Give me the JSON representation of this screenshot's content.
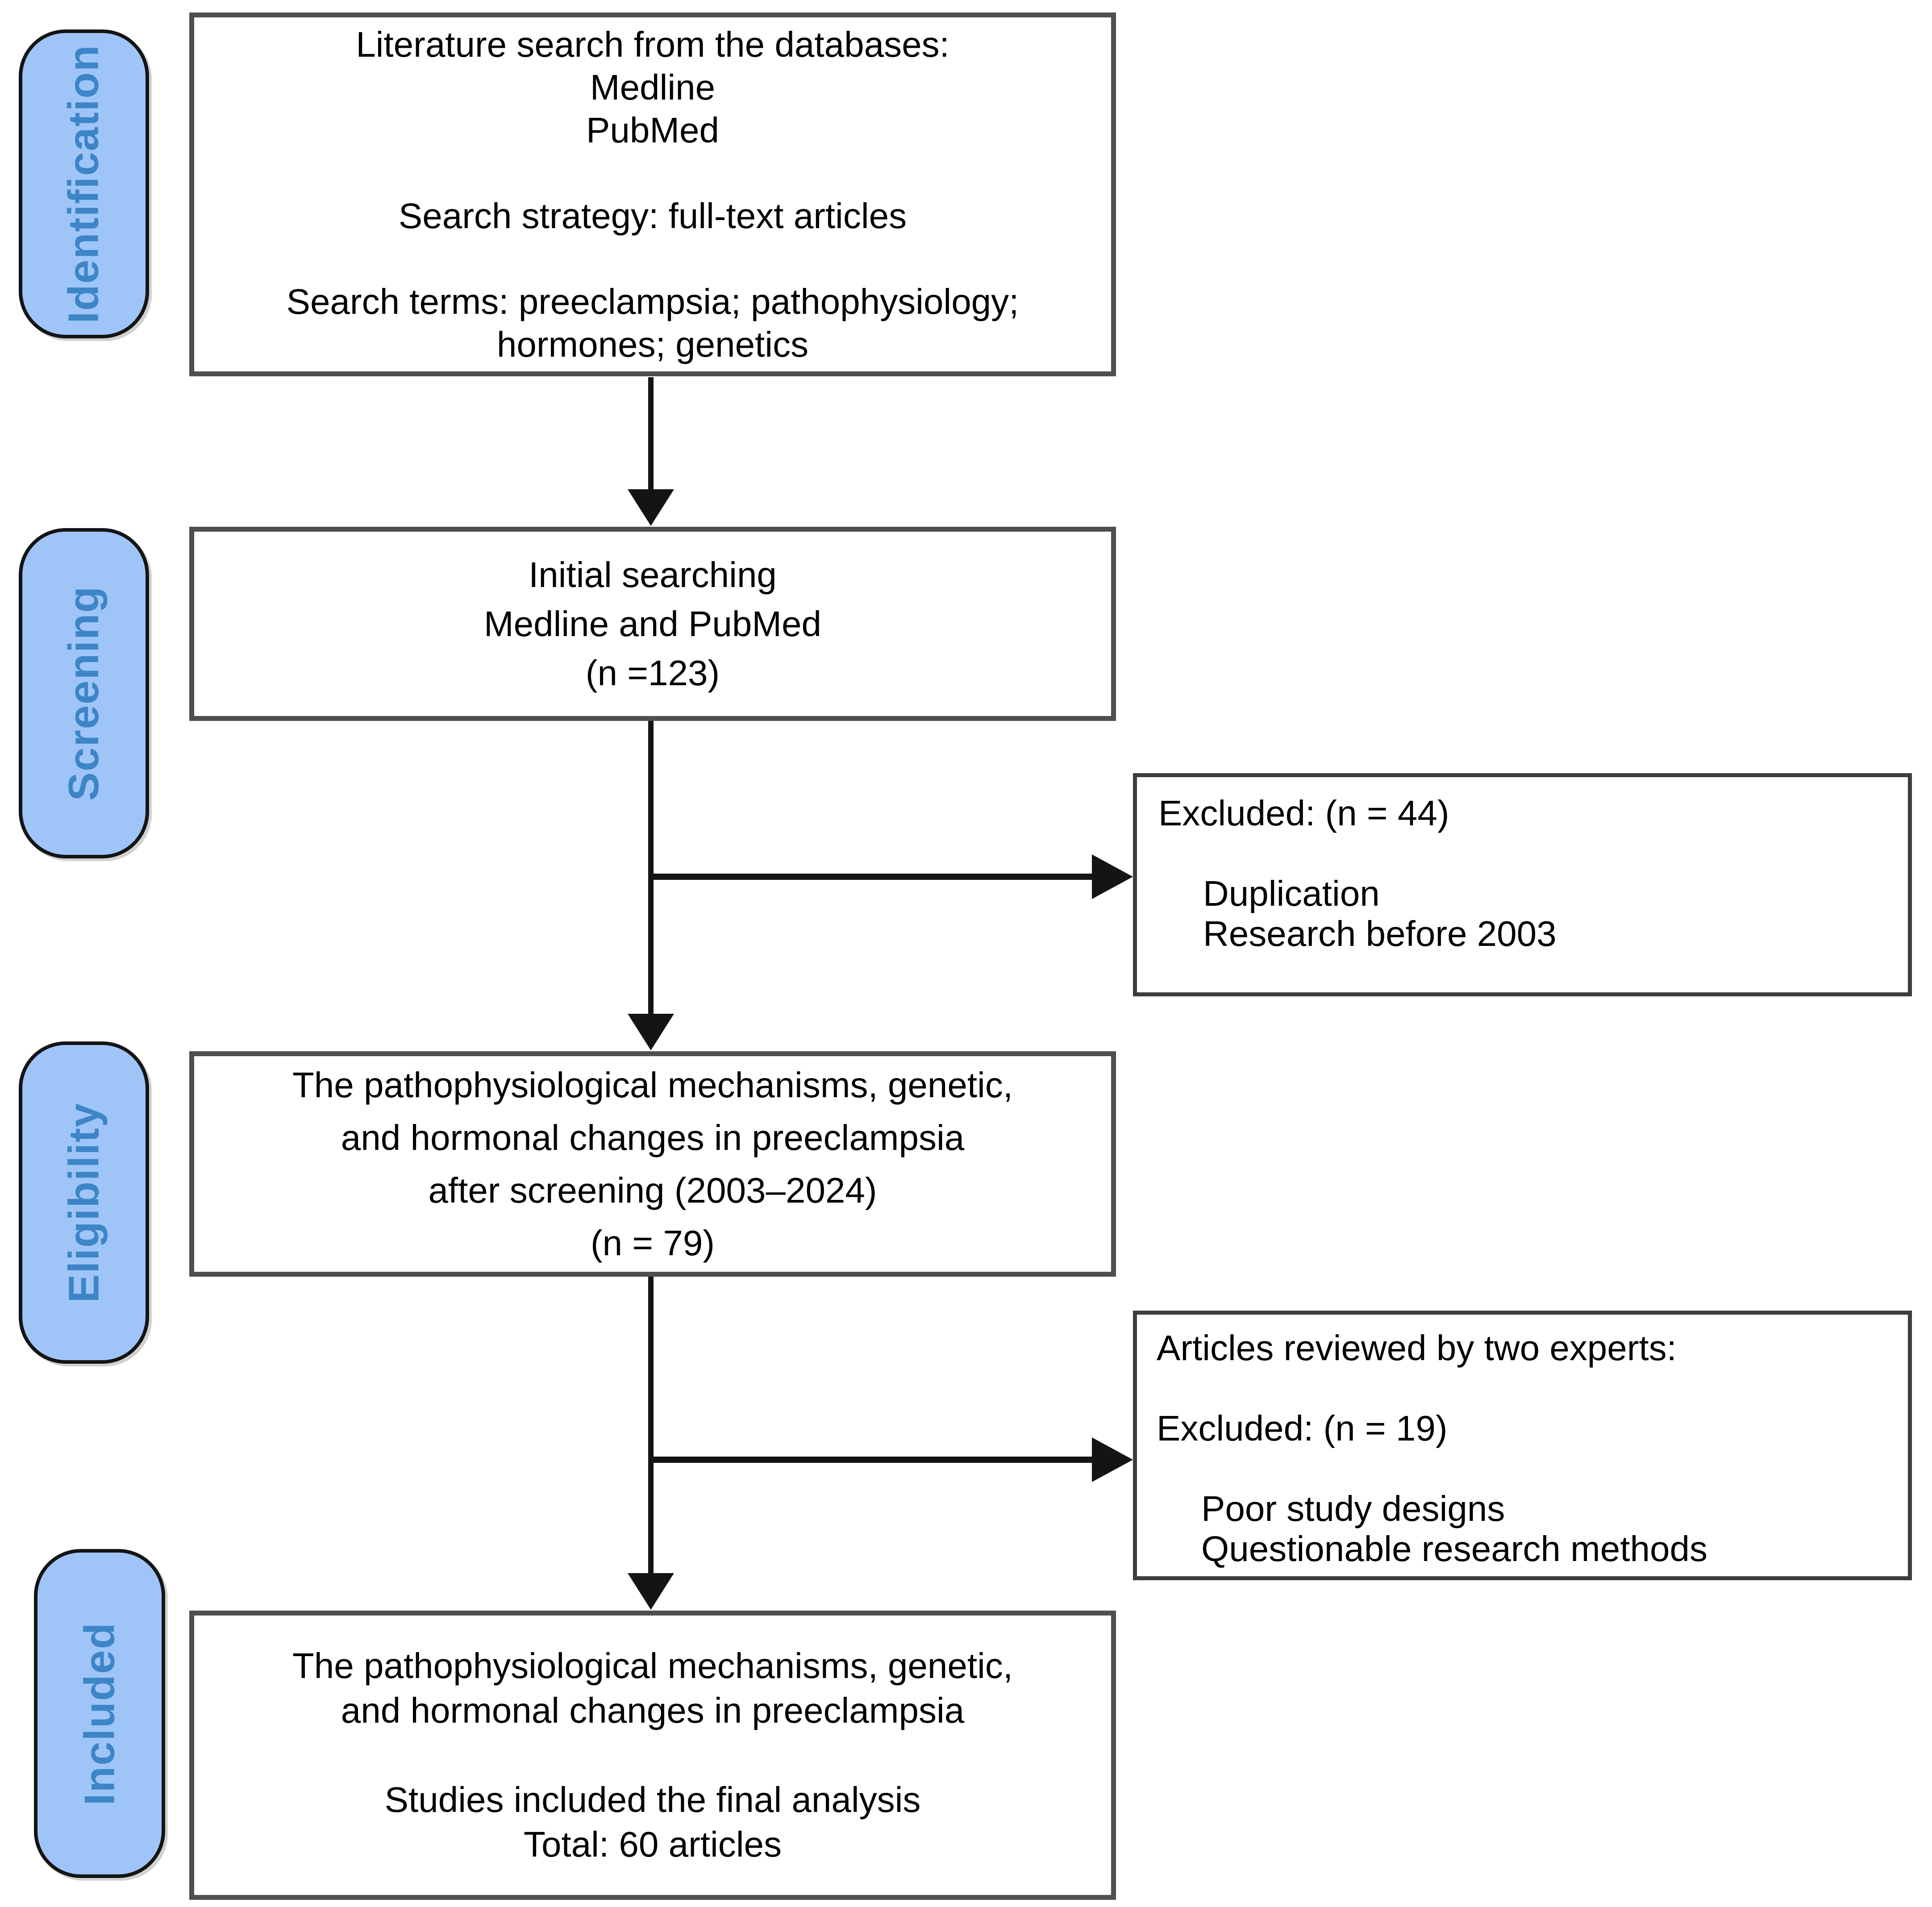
{
  "stages": {
    "identification": "Identification",
    "screening": "Screening",
    "eligibility": "Eligibility",
    "included": "Included"
  },
  "boxes": {
    "literature_search": {
      "lines": [
        "Literature search from the databases:",
        "Medline",
        "PubMed",
        "",
        "Search strategy: full-text articles",
        "",
        "Search terms: preeclampsia; pathophysiology;",
        "hormones; genetics"
      ]
    },
    "initial_search": {
      "lines": [
        "Initial searching",
        "Medline and PubMed",
        "(n =123)"
      ]
    },
    "after_screening": {
      "lines": [
        "The pathophysiological mechanisms, genetic,",
        "and hormonal changes in preeclampsia",
        "after screening (2003–2024)",
        "(n = 79)"
      ]
    },
    "included_final": {
      "lines": [
        "The pathophysiological mechanisms, genetic,",
        "and hormonal changes in preeclampsia",
        "",
        "Studies included the final analysis",
        "Total: 60 articles"
      ]
    },
    "excluded_screening": {
      "title": "Excluded: (n = 44)",
      "reasons": [
        "Duplication",
        "Research before 2003"
      ]
    },
    "excluded_eligibility": {
      "title": "Articles reviewed by two experts:",
      "subtitle": "Excluded: (n = 19)",
      "reasons": [
        "Poor study designs",
        "Questionable research methods"
      ]
    }
  },
  "colors": {
    "stage_fill": "#9fc5f8",
    "stage_text": "#3d85c6",
    "stage_border": "#141414",
    "box_background": "#ffffff",
    "box_border": "#4f4f4f",
    "exclusion_border": "#3d3d3d",
    "arrow": "#141414",
    "text": "#000000"
  }
}
